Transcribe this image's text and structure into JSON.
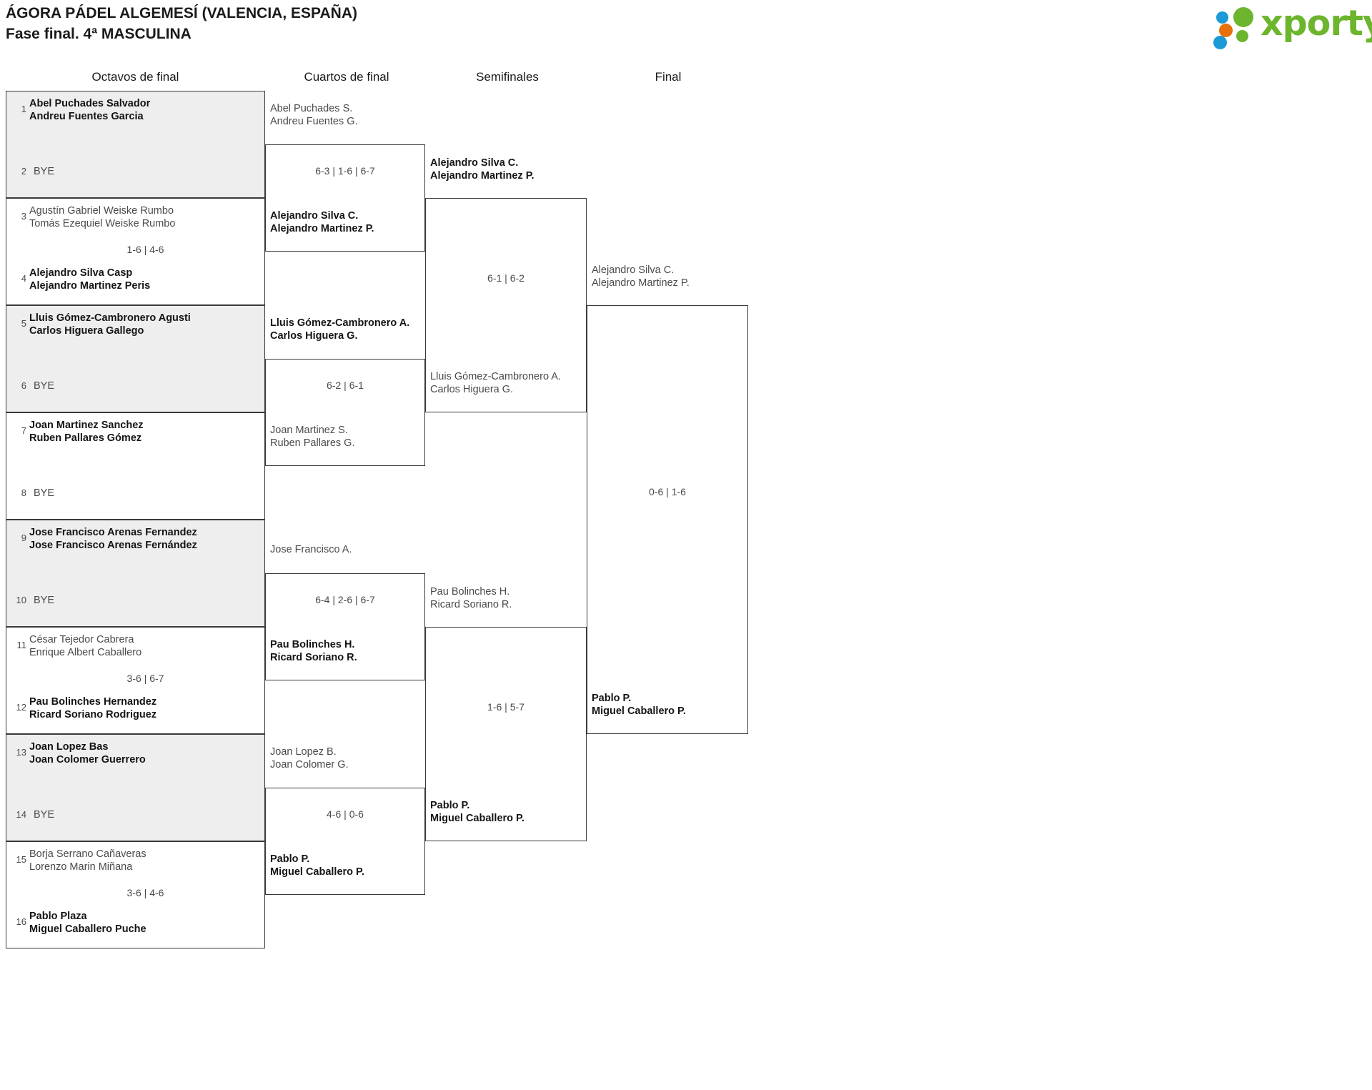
{
  "header": {
    "title": "ÁGORA PÁDEL ALGEMESÍ (VALENCIA, ESPAÑA)",
    "subtitle": "Fase final. 4ª MASCULINA",
    "logo_text": "xporty",
    "logo_colors": {
      "green": "#6cb52d",
      "blue": "#1a9ad7",
      "orange": "#e8700a"
    }
  },
  "rounds": [
    {
      "label": "Octavos de final"
    },
    {
      "label": "Cuartos de final"
    },
    {
      "label": "Semifinales"
    },
    {
      "label": "Final"
    }
  ],
  "round1": [
    {
      "seed_top": "1",
      "top1": "Abel Puchades Salvador",
      "top2": "Andreu Fuentes Garcia",
      "seed_bot": "2",
      "bot1": "BYE",
      "bot2": "",
      "score": "",
      "winner": "top",
      "shaded": true,
      "bye": true
    },
    {
      "seed_top": "3",
      "top1": "Agustín Gabriel Weiske Rumbo",
      "top2": "Tomás Ezequiel Weiske Rumbo",
      "seed_bot": "4",
      "bot1": "Alejandro Silva Casp",
      "bot2": "Alejandro Martinez Peris",
      "score": "1-6 | 4-6",
      "winner": "bottom",
      "shaded": false,
      "bye": false
    },
    {
      "seed_top": "5",
      "top1": "Lluis Gómez-Cambronero Agusti",
      "top2": "Carlos Higuera Gallego",
      "seed_bot": "6",
      "bot1": "BYE",
      "bot2": "",
      "score": "",
      "winner": "top",
      "shaded": true,
      "bye": true
    },
    {
      "seed_top": "7",
      "top1": "Joan Martinez Sanchez",
      "top2": "Ruben Pallares Gómez",
      "seed_bot": "8",
      "bot1": "BYE",
      "bot2": "",
      "score": "",
      "winner": "top",
      "shaded": false,
      "bye": true
    },
    {
      "seed_top": "9",
      "top1": "Jose Francisco Arenas Fernandez",
      "top2": "Jose Francisco Arenas Fernández",
      "seed_bot": "10",
      "bot1": "BYE",
      "bot2": "",
      "score": "",
      "winner": "top",
      "shaded": true,
      "bye": true
    },
    {
      "seed_top": "11",
      "top1": "César Tejedor Cabrera",
      "top2": "Enrique Albert Caballero",
      "seed_bot": "12",
      "bot1": "Pau Bolinches Hernandez",
      "bot2": "Ricard Soriano Rodriguez",
      "score": "3-6 | 6-7",
      "winner": "bottom",
      "shaded": false,
      "bye": false
    },
    {
      "seed_top": "13",
      "top1": "Joan Lopez Bas",
      "top2": "Joan Colomer Guerrero",
      "seed_bot": "14",
      "bot1": "BYE",
      "bot2": "",
      "score": "",
      "winner": "top",
      "shaded": true,
      "bye": true
    },
    {
      "seed_top": "15",
      "top1": "Borja Serrano Cañaveras",
      "top2": "Lorenzo Marin Miñana",
      "seed_bot": "16",
      "bot1": "Pablo Plaza",
      "bot2": "Miguel Caballero Puche",
      "score": "3-6 | 4-6",
      "winner": "bottom",
      "shaded": false,
      "bye": false
    }
  ],
  "round2": [
    {
      "top1": "Abel Puchades S.",
      "top2": "Andreu Fuentes G.",
      "bot1": "Alejandro Silva C.",
      "bot2": "Alejandro Martinez P.",
      "score": "6-3 | 1-6 | 6-7",
      "winner": "bottom"
    },
    {
      "top1": "Lluis Gómez-Cambronero A.",
      "top2": "Carlos Higuera G.",
      "bot1": "Joan Martinez S.",
      "bot2": "Ruben Pallares G.",
      "score": "6-2 | 6-1",
      "winner": "top"
    },
    {
      "top1": "Jose Francisco A.",
      "top2": "",
      "bot1": "Pau Bolinches H.",
      "bot2": "Ricard Soriano R.",
      "score": "6-4 | 2-6 | 6-7",
      "winner": "bottom"
    },
    {
      "top1": "Joan Lopez B.",
      "top2": "Joan Colomer G.",
      "bot1": "Pablo P.",
      "bot2": "Miguel Caballero P.",
      "score": "4-6 | 0-6",
      "winner": "bottom"
    }
  ],
  "round3": [
    {
      "top1": "Alejandro Silva C.",
      "top2": "Alejandro Martinez P.",
      "bot1": "Lluis Gómez-Cambronero A.",
      "bot2": "Carlos Higuera G.",
      "score": "6-1 | 6-2",
      "winner": "top"
    },
    {
      "top1": "Pau Bolinches H.",
      "top2": "Ricard Soriano R.",
      "bot1": "Pablo P.",
      "bot2": "Miguel Caballero P.",
      "score": "1-6 | 5-7",
      "winner": "bottom"
    }
  ],
  "round4": [
    {
      "top1": "Alejandro Silva C.",
      "top2": "Alejandro Martinez P.",
      "bot1": "Pablo P.",
      "bot2": "Miguel Caballero P.",
      "score": "0-6 | 1-6",
      "winner": "bottom"
    }
  ]
}
